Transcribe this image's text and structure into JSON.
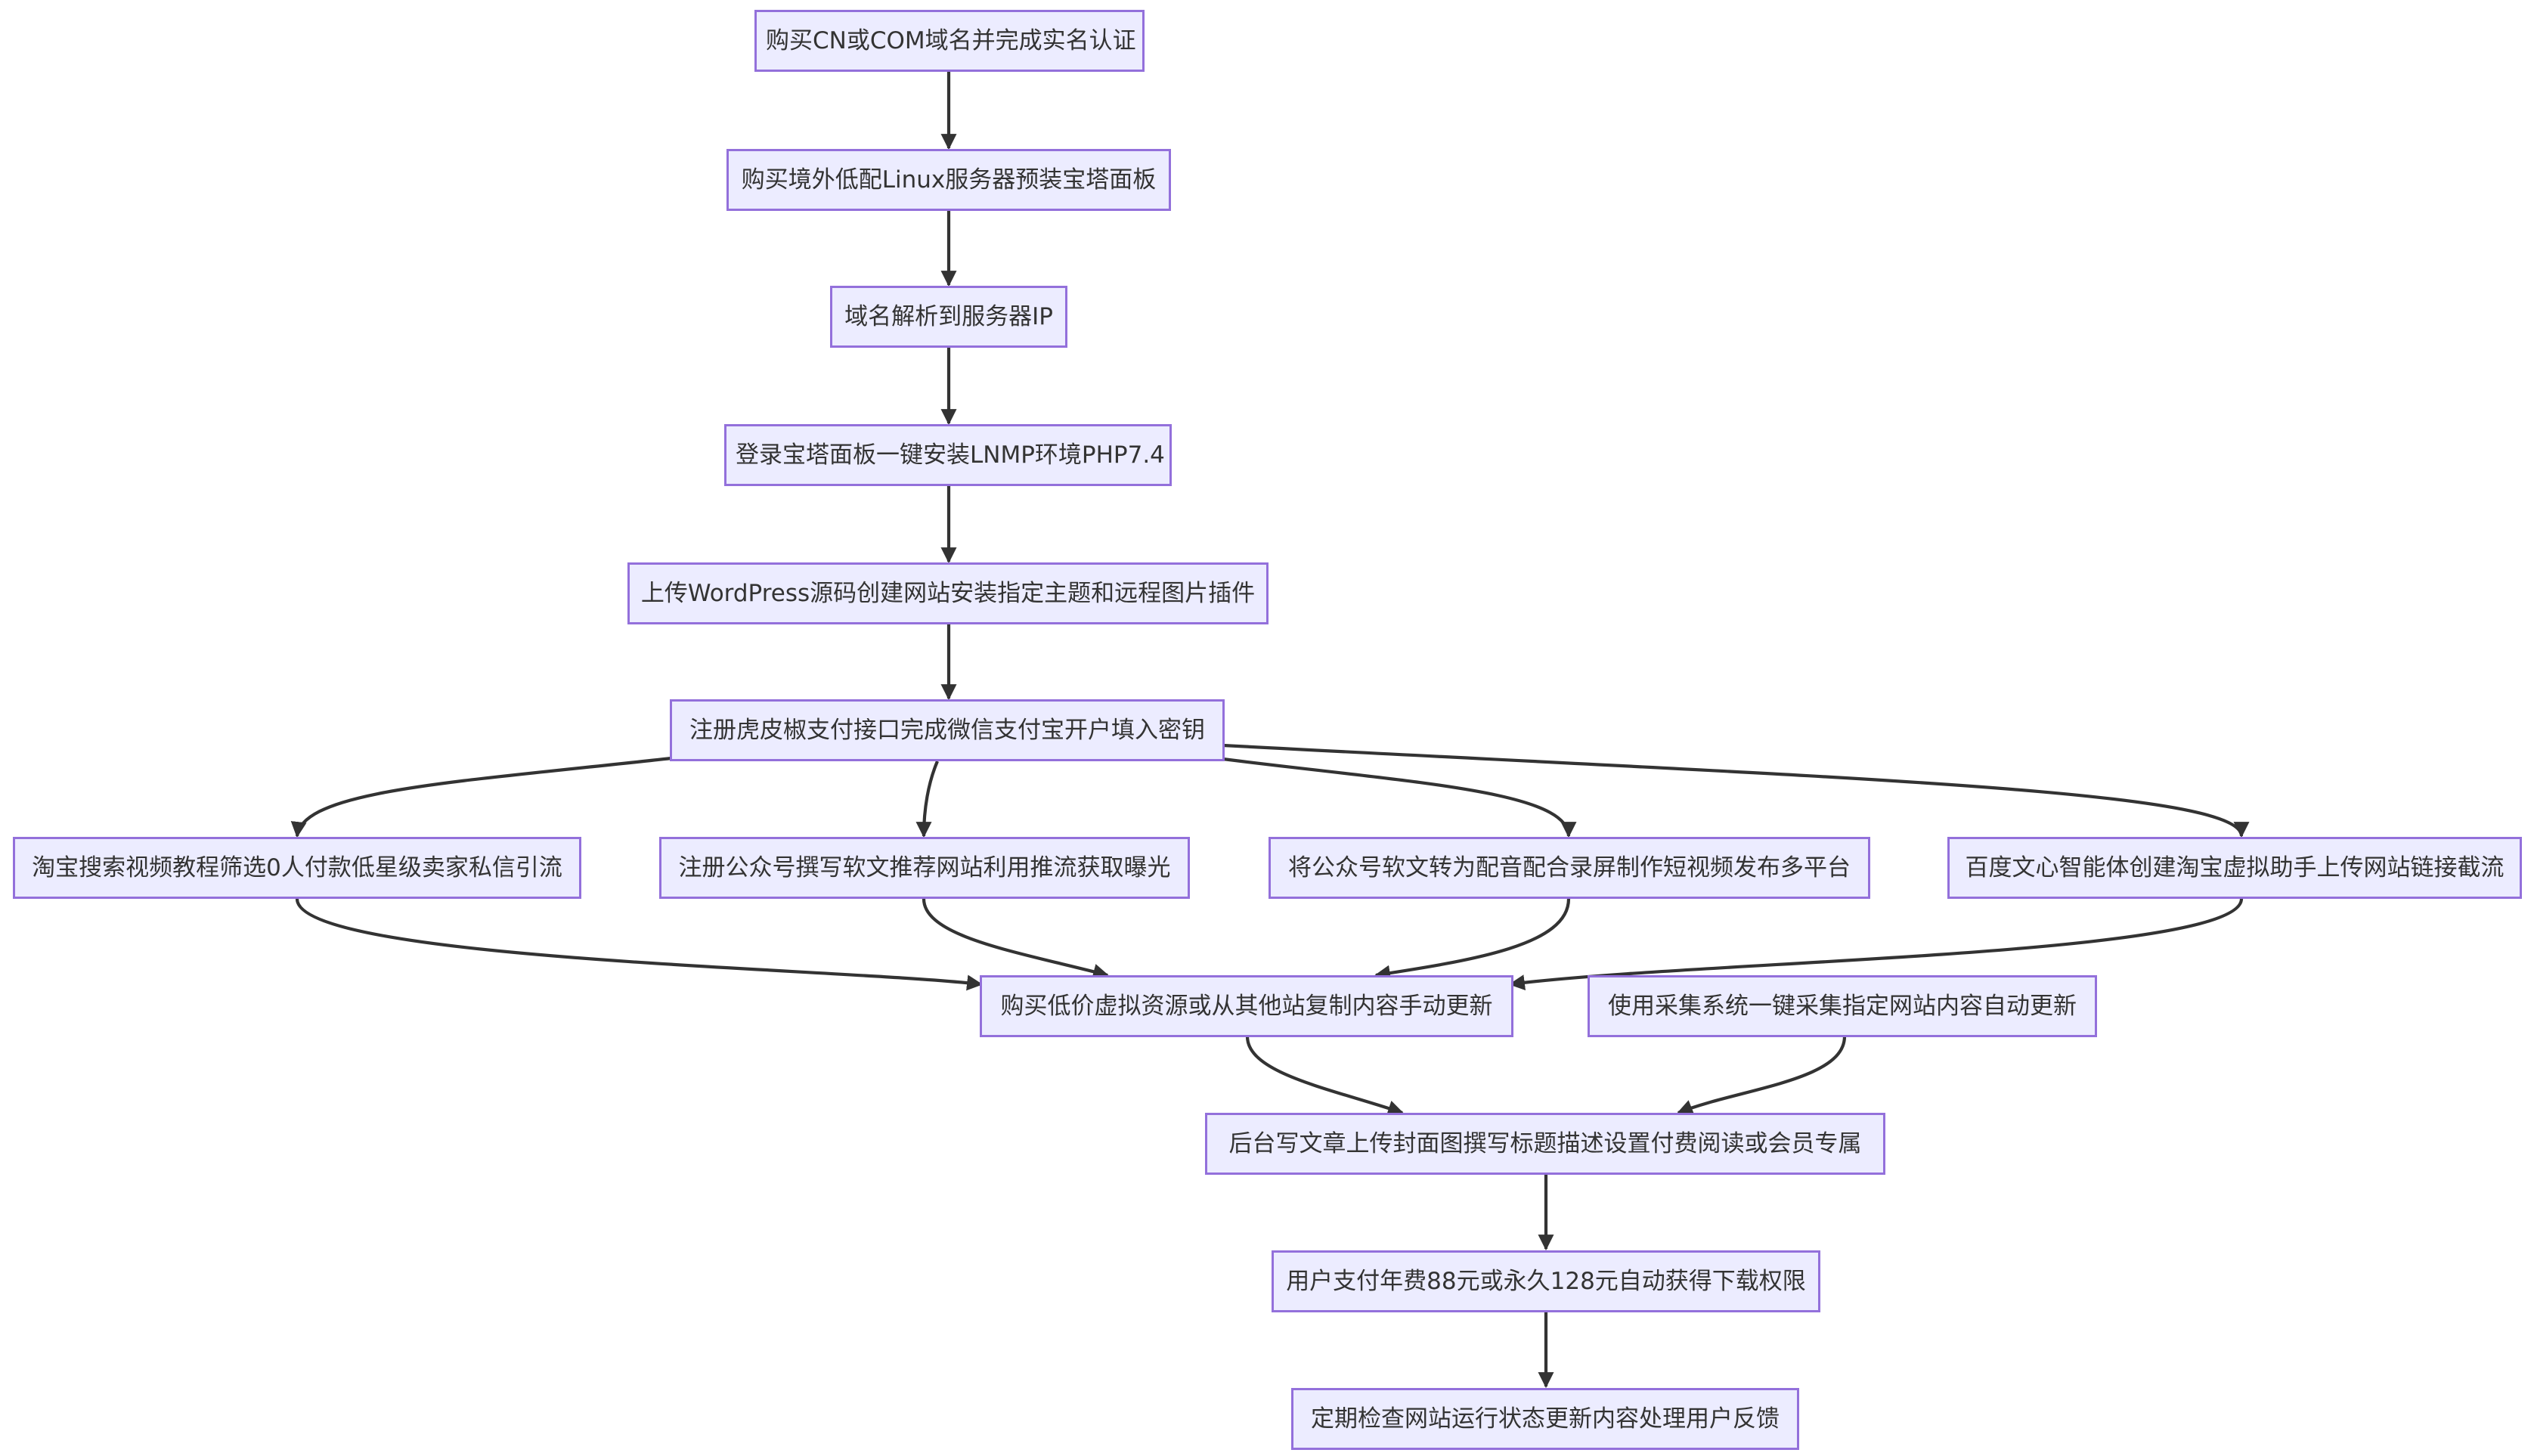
{
  "diagram": {
    "type": "flowchart",
    "colors": {
      "node_fill": "#ececff",
      "node_border": "#9370db",
      "text": "#333333",
      "edge": "#333333"
    },
    "nodes": [
      {
        "id": "n1",
        "label": "购买CN或COM域名并完成实名认证"
      },
      {
        "id": "n2",
        "label": "购买境外低配Linux服务器预装宝塔面板"
      },
      {
        "id": "n3",
        "label": "域名解析到服务器IP"
      },
      {
        "id": "n4",
        "label": "登录宝塔面板一键安装LNMP环境PHP7.4"
      },
      {
        "id": "n5",
        "label": "上传WordPress源码创建网站安装指定主题和远程图片插件"
      },
      {
        "id": "n6",
        "label": "注册虎皮椒支付接口完成微信支付宝开户填入密钥"
      },
      {
        "id": "n7",
        "label": "淘宝搜索视频教程筛选0人付款低星级卖家私信引流"
      },
      {
        "id": "n8",
        "label": "注册公众号撰写软文推荐网站利用推流获取曝光"
      },
      {
        "id": "n9",
        "label": "将公众号软文转为配音配合录屏制作短视频发布多平台"
      },
      {
        "id": "n10",
        "label": "百度文心智能体创建淘宝虚拟助手上传网站链接截流"
      },
      {
        "id": "n11",
        "label": "购买低价虚拟资源或从其他站复制内容手动更新"
      },
      {
        "id": "n12",
        "label": "使用采集系统一键采集指定网站内容自动更新"
      },
      {
        "id": "n13",
        "label": "后台写文章上传封面图撰写标题描述设置付费阅读或会员专属"
      },
      {
        "id": "n14",
        "label": "用户支付年费88元或永久128元自动获得下载权限"
      },
      {
        "id": "n15",
        "label": "定期检查网站运行状态更新内容处理用户反馈"
      }
    ],
    "edges": [
      {
        "from": "n1",
        "to": "n2"
      },
      {
        "from": "n2",
        "to": "n3"
      },
      {
        "from": "n3",
        "to": "n4"
      },
      {
        "from": "n4",
        "to": "n5"
      },
      {
        "from": "n5",
        "to": "n6"
      },
      {
        "from": "n6",
        "to": "n7"
      },
      {
        "from": "n6",
        "to": "n8"
      },
      {
        "from": "n6",
        "to": "n9"
      },
      {
        "from": "n6",
        "to": "n10"
      },
      {
        "from": "n7",
        "to": "n11"
      },
      {
        "from": "n8",
        "to": "n11"
      },
      {
        "from": "n9",
        "to": "n11"
      },
      {
        "from": "n10",
        "to": "n11"
      },
      {
        "from": "n11",
        "to": "n13"
      },
      {
        "from": "n12",
        "to": "n13"
      },
      {
        "from": "n13",
        "to": "n14"
      },
      {
        "from": "n14",
        "to": "n15"
      }
    ]
  }
}
